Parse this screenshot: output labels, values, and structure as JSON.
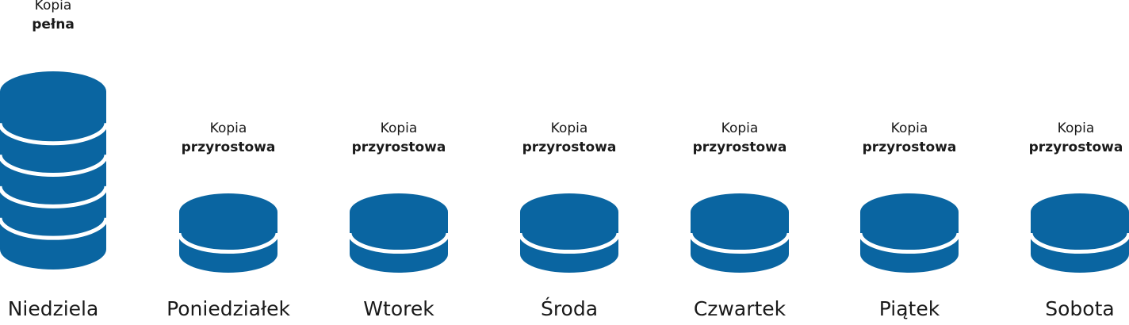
{
  "colors": {
    "disk": "#0a65a1",
    "gap": "#ffffff",
    "text": "#1a1a1a"
  },
  "full": {
    "caption_line1": "Kopia",
    "caption_line2": "pełna",
    "day": "Niedziela",
    "disk_count": 5
  },
  "incremental": [
    {
      "caption_line1": "Kopia",
      "caption_line2": "przyrostowa",
      "day": "Poniedziałek",
      "disk_count": 2
    },
    {
      "caption_line1": "Kopia",
      "caption_line2": "przyrostowa",
      "day": "Wtorek",
      "disk_count": 2
    },
    {
      "caption_line1": "Kopia",
      "caption_line2": "przyrostowa",
      "day": "Środa",
      "disk_count": 2
    },
    {
      "caption_line1": "Kopia",
      "caption_line2": "przyrostowa",
      "day": "Czwartek",
      "disk_count": 2
    },
    {
      "caption_line1": "Kopia",
      "caption_line2": "przyrostowa",
      "day": "Piątek",
      "disk_count": 2
    },
    {
      "caption_line1": "Kopia",
      "caption_line2": "przyrostowa",
      "day": "Sobota",
      "disk_count": 2
    }
  ]
}
